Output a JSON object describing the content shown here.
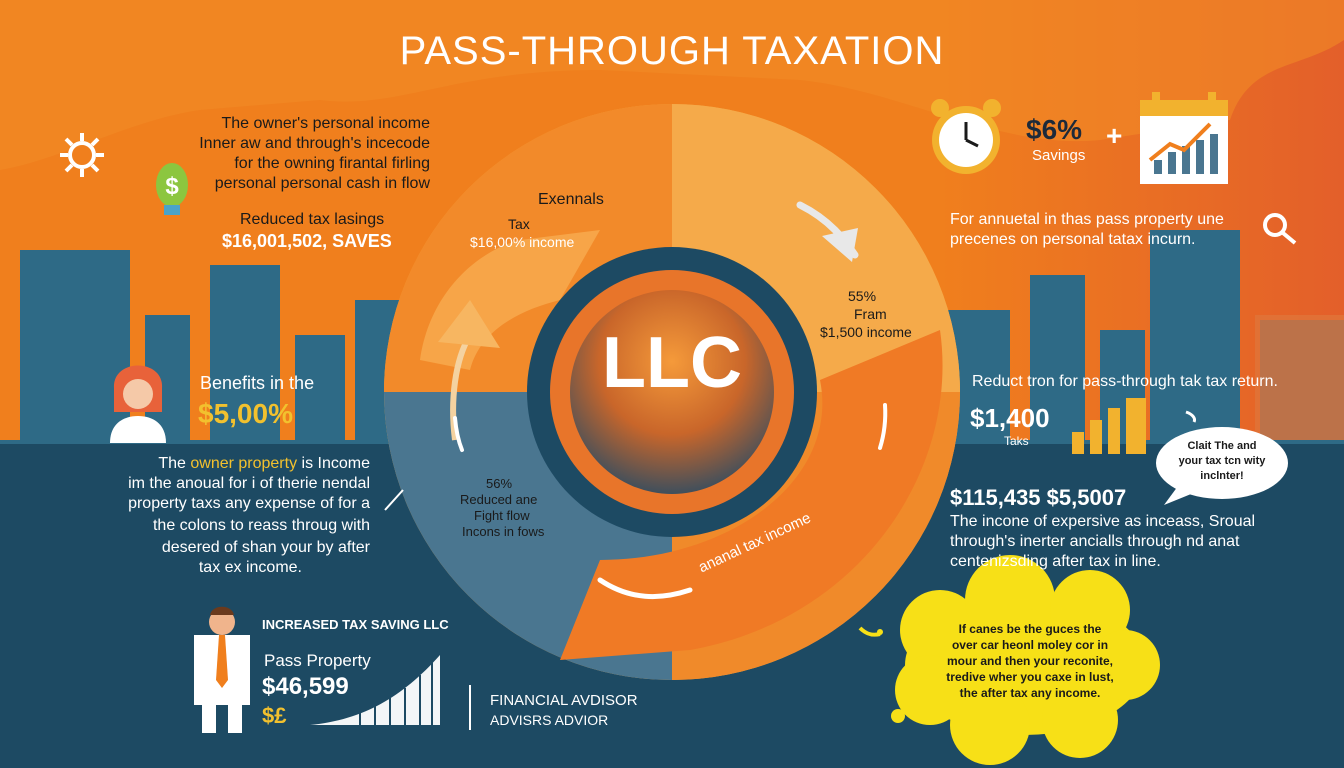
{
  "title": "PASS-THROUGH TAXATION",
  "center_label": "LLC",
  "colors": {
    "orange": "#f07f1d",
    "light_orange": "#f6a23a",
    "dark_blue": "#1d4a63",
    "teal": "#2e6a86",
    "yellow": "#f7e017",
    "accent_yellow": "#f2c12e"
  },
  "top_left": {
    "lines": [
      "The owner's personal income",
      "Inner aw and through's incecode",
      "for the owning firantal firling",
      "personal personal cash in flow"
    ],
    "reduced_label": "Reduced tax lasings",
    "reduced_value": "$16,001,502, SAVES"
  },
  "ring": {
    "seg_top_label": "Exennals",
    "seg_top_tax": "Tax",
    "seg_top_income": "$16,00% income",
    "seg_right_pct": "55%",
    "seg_right_label": "Fram",
    "seg_right_income": "$1,500 income",
    "seg_left_pct": "56%",
    "seg_left_label1": "Reduced ane",
    "seg_left_label2": "Fight flow",
    "seg_left_label3": "Incons in fows",
    "seg_bottom_label": "ananal tax income"
  },
  "left_mid": {
    "benefits_label": "Benefits in the",
    "benefits_value": "$5,00%",
    "para_lead": "The",
    "para_highlight": "owner property",
    "para_tail": "is Income",
    "lines": [
      "im the anoual for i of therie nendal",
      "property taxs any expense of for a",
      "the colons to reass throug with",
      "desered of shan your by after",
      "tax ex income."
    ]
  },
  "bottom_left": {
    "heading": "INCREASED TAX SAVING LLC",
    "label": "Pass Property",
    "value": "$46,599",
    "currency": "$£"
  },
  "bottom_mid": {
    "line1": "FINANCIAL AVDISOR",
    "line2": "ADVISRS ADVIOR"
  },
  "top_right": {
    "pct": "$6%",
    "plus": "+",
    "savings": "Savings",
    "line1": "For annuetal in thas pass property une",
    "line2": "precenes on personal tatax incurn."
  },
  "right_mid": {
    "heading": "Reduct tron for pass-through tak tax return.",
    "value": "$1,400",
    "value_sub": "Taks",
    "speech": [
      "Clait The and",
      "your tax tcn wity",
      "inclnter!"
    ],
    "amounts": "$115,435 $5,5007",
    "lines": [
      "The incone of expersive as inceass, Sroual",
      "through's inerter ancialls through nd anat",
      "centenizsding after tax in line."
    ]
  },
  "thought": [
    "If canes be the guces the",
    "over car heonl moley cor in",
    "mour and then your reconite,",
    "tredive wher you caxe in lust,",
    "the after tax any income."
  ],
  "icons": [
    "gear-icon",
    "dollar-lightbulb-icon",
    "alarm-clock-icon",
    "calendar-growth-chart-icon",
    "magnifier-icon",
    "woman-avatar-icon",
    "businessman-icon",
    "growth-bar-chart-icon",
    "bar-chart-icon"
  ]
}
